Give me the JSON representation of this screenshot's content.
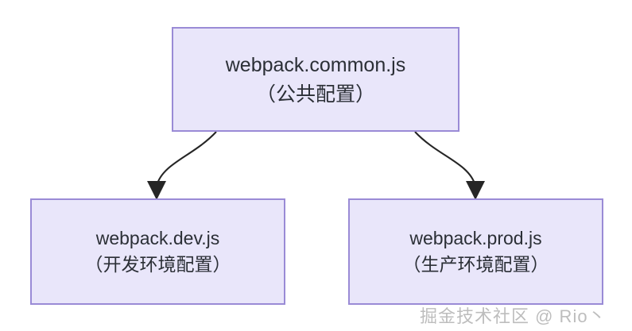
{
  "diagram": {
    "background_color": "#ffffff",
    "node_fill_color": "#e9e6fa",
    "node_border_color": "#9a8bd6",
    "node_text_color": "#2b2f36",
    "edge_color": "#262626",
    "nodes": {
      "common": {
        "title": "webpack.common.js",
        "subtitle": "（公共配置）"
      },
      "dev": {
        "title": "webpack.dev.js",
        "subtitle": "（开发环境配置）"
      },
      "prod": {
        "title": "webpack.prod.js",
        "subtitle": "（生产环境配置）"
      }
    },
    "edges": [
      {
        "from": "common",
        "to": "dev",
        "style": "curved-arrow"
      },
      {
        "from": "common",
        "to": "prod",
        "style": "curved-arrow"
      }
    ],
    "watermark": {
      "text": "掘金技术社区 @ Rio丶",
      "color": "#bdbdbd"
    }
  }
}
